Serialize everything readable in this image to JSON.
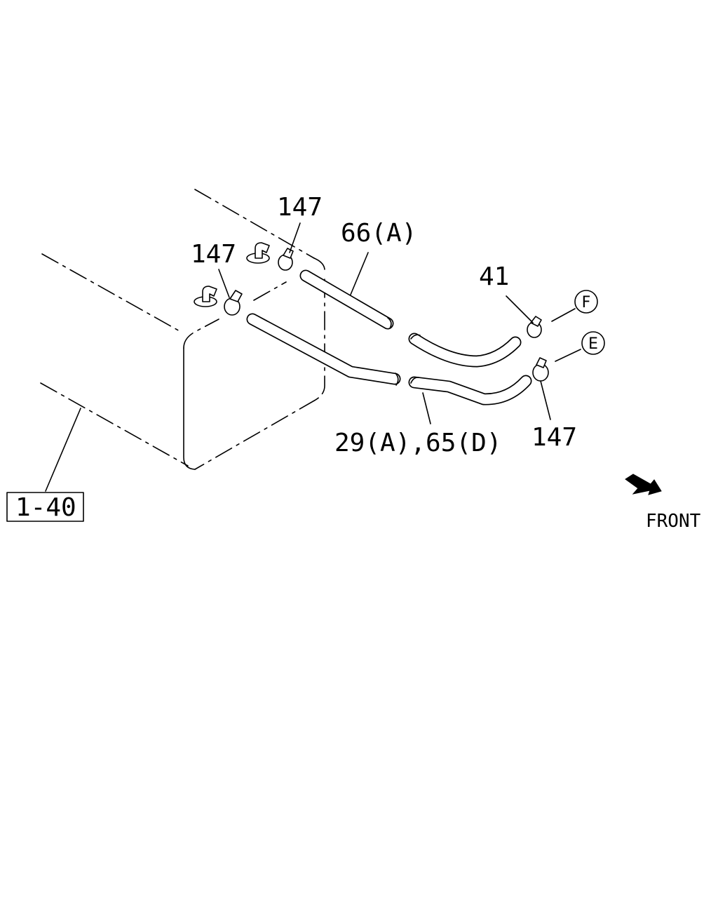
{
  "tank_ref": "1-40",
  "parts": {
    "clamp_top": "147",
    "clamp_left": "147",
    "clamp_right": "147",
    "hose_upper": "66(A)",
    "clamp_41": "41",
    "hose_lower": "29(A),65(D)"
  },
  "connectors": {
    "upper": "F",
    "lower": "E"
  },
  "front_label": "FRONT"
}
